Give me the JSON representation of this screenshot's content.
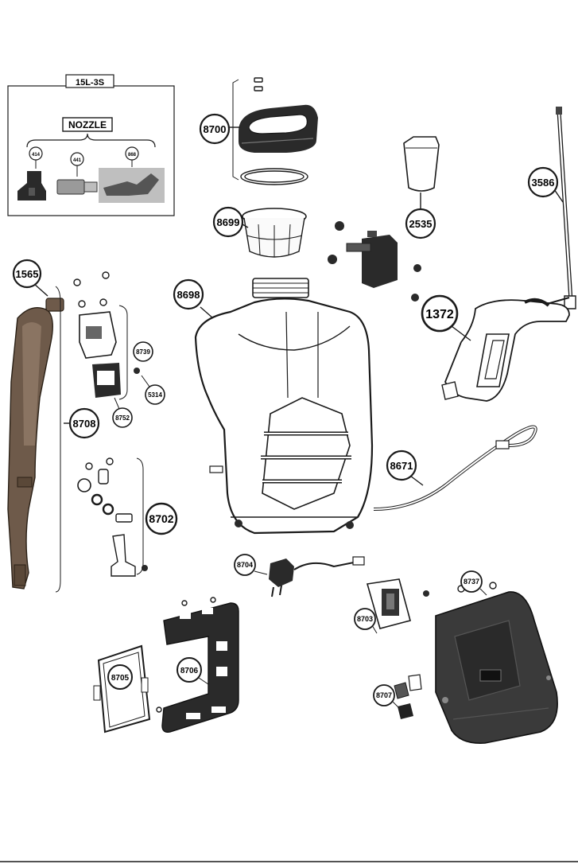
{
  "kit_box": {
    "title": "15L-3S",
    "nozzle_label": "NOZZLE",
    "nozzle_parts": [
      "414",
      "441",
      "868"
    ]
  },
  "callouts": {
    "c8700": "8700",
    "c8699": "8699",
    "c2535": "2535",
    "c3586": "3586",
    "c1372": "1372",
    "c1565": "1565",
    "c8698": "8698",
    "c8739": "8739",
    "c5314": "5314",
    "c8752": "8752",
    "c8708": "8708",
    "c8702": "8702",
    "c8671": "8671",
    "c8704": "8704",
    "c8737": "8737",
    "c8703": "8703",
    "c8705": "8705",
    "c8706": "8706",
    "c8707": "8707"
  },
  "colors": {
    "ink": "#1a1a1a",
    "dark_part": "#2a2a2a",
    "strap": "#6e5a4a"
  }
}
